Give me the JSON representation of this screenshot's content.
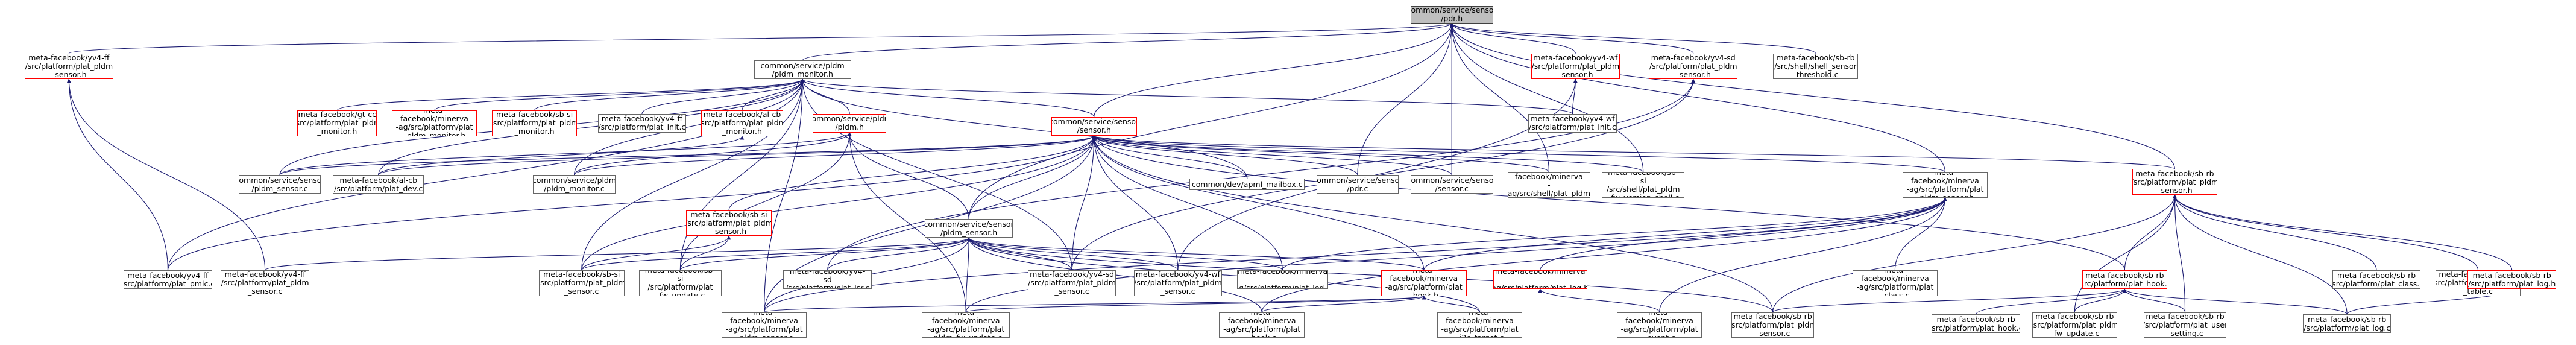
{
  "graph": {
    "edge_color": "#191970",
    "missing_border_color": "#ff0000",
    "root_fill": "#bfbfbf",
    "nodes": [
      {
        "id": "root",
        "label": "common/service/sensor\n/pdr.h",
        "missing": false
      },
      {
        "id": "yv4ff_sensor_h",
        "label": "meta-facebook/yv4-ff\n/src/platform/plat_pldm\n_sensor.h",
        "missing": true
      },
      {
        "id": "pldm_monitor_h",
        "label": "common/service/pldm\n/pldm_monitor.h",
        "missing": false
      },
      {
        "id": "yv4wf_sensor_h",
        "label": "meta-facebook/yv4-wf\n/src/platform/plat_pldm\n_sensor.h",
        "missing": true
      },
      {
        "id": "yv4sd_sensor_h",
        "label": "meta-facebook/yv4-sd\n/src/platform/plat_pldm\n_sensor.h",
        "missing": true
      },
      {
        "id": "sbrb_threshold_c",
        "label": "meta-facebook/sb-rb\n/src/shell/shell_sensor\n_threshold.c",
        "missing": false
      },
      {
        "id": "gtcc_monitor",
        "label": "meta-facebook/gt-cc\n/src/platform/plat_pldm\n_monitor.h",
        "missing": true
      },
      {
        "id": "minerva_monitor",
        "label": "meta-facebook/minerva\n-ag/src/platform/plat\n_pldm_monitor.h",
        "missing": true
      },
      {
        "id": "sbsi_monitor",
        "label": "meta-facebook/sb-si\n/src/platform/plat_pldm\n_monitor.h",
        "missing": true
      },
      {
        "id": "yv4ff_init",
        "label": "meta-facebook/yv4-ff\n/src/platform/plat_init.c",
        "missing": false
      },
      {
        "id": "alcb_monitor",
        "label": "meta-facebook/al-cb\n/src/platform/plat_pldm\n_monitor.h",
        "missing": true
      },
      {
        "id": "pldm_h",
        "label": "common/service/pldm\n/pldm.h",
        "missing": true
      },
      {
        "id": "yv4wf_init",
        "label": "meta-facebook/yv4-wf\n/src/platform/plat_init.c",
        "missing": false
      },
      {
        "id": "sensor_h",
        "label": "common/service/sensor\n/sensor.h",
        "missing": true
      },
      {
        "id": "pldm_sensor_c",
        "label": "common/service/sensor\n/pldm_sensor.c",
        "missing": false
      },
      {
        "id": "alcb_dev",
        "label": "meta-facebook/al-cb\n/src/platform/plat_dev.c",
        "missing": false
      },
      {
        "id": "pldm_monitor_c",
        "label": "common/service/pldm\n/pldm_monitor.c",
        "missing": false
      },
      {
        "id": "ipmi_mailbox",
        "label": "common/dev/apml_mailbox.c",
        "missing": false
      },
      {
        "id": "pdr_c",
        "label": "common/service/sensor\n/pdr.c",
        "missing": false
      },
      {
        "id": "sensor_c",
        "label": "common/service/sensor\n/sensor.c",
        "missing": false
      },
      {
        "id": "minerva_fw_version",
        "label": "meta-facebook/minerva\n-ag/src/shell/plat_pldm\n_fw_version_shell.c",
        "missing": false
      },
      {
        "id": "sbsi_fw_version",
        "label": "meta-facebook/sb-si\n/src/shell/plat_pldm\n_fw_version_shell.c",
        "missing": false
      },
      {
        "id": "minerva_pldm_sensor_h",
        "label": "meta-facebook/minerva\n-ag/src/platform/plat\n_pldm_sensor.h",
        "missing": false
      },
      {
        "id": "sbrb_sensor_h",
        "label": "meta-facebook/sb-rb\n/src/platform/plat_pldm\n_sensor.h",
        "missing": true
      },
      {
        "id": "sbsi_sensor_h",
        "label": "meta-facebook/sb-si\n/src/platform/plat_pldm\n_sensor.h",
        "missing": true
      },
      {
        "id": "pldm_sensor_h",
        "label": "common/service/sensor\n/pldm_sensor.h",
        "missing": false
      },
      {
        "id": "yv4ff_pmic",
        "label": "meta-facebook/yv4-ff\n/src/platform/plat_pmic.c",
        "missing": false
      },
      {
        "id": "yv4ff_sensor_c",
        "label": "meta-facebook/yv4-ff\n/src/platform/plat_pldm\n_sensor.c",
        "missing": false
      },
      {
        "id": "sbsi_sensor_c",
        "label": "meta-facebook/sb-si\n/src/platform/plat_pldm\n_sensor.c",
        "missing": false
      },
      {
        "id": "sbsi_fw_update",
        "label": "meta-facebook/sb-si\n/src/platform/plat\n_fw_update.c",
        "missing": false
      },
      {
        "id": "yv4sd_isr",
        "label": "meta-facebook/yv4-sd\n/src/platform/plat_isr.c",
        "missing": false
      },
      {
        "id": "yv4sd_sensor_c",
        "label": "meta-facebook/yv4-sd\n/src/platform/plat_pldm\n_sensor.c",
        "missing": false
      },
      {
        "id": "yv4wf_sensor_c",
        "label": "meta-facebook/yv4-wf\n/src/platform/plat_pldm\n_sensor.c",
        "missing": false
      },
      {
        "id": "minerva_led",
        "label": "meta-facebook/minerva\n-ag/src/platform/plat_led.c",
        "missing": false
      },
      {
        "id": "minerva_hook_h",
        "label": "meta-facebook/minerva\n-ag/src/platform/plat\n_hook.h",
        "missing": true
      },
      {
        "id": "minerva_log_h",
        "label": "meta-facebook/minerva\n-ag/src/platform/plat_log.h",
        "missing": true
      },
      {
        "id": "minerva_class",
        "label": "meta-facebook/minerva\n-ag/src/platform/plat\n_class.c",
        "missing": false
      },
      {
        "id": "sbrb_hook_h",
        "label": "meta-facebook/sb-rb\n/src/platform/plat_hook.h",
        "missing": true
      },
      {
        "id": "sbrb_class",
        "label": "meta-facebook/sb-rb\n/src/platform/plat_class.c",
        "missing": false
      },
      {
        "id": "sbrb_sensor_table",
        "label": "meta-facebook/sb-rb\n/src/platform/plat_sensor\n_table.c",
        "missing": false
      },
      {
        "id": "sbrb_log_h",
        "label": "meta-facebook/sb-rb\n/src/platform/plat_log.h",
        "missing": true
      },
      {
        "id": "minerva_pldm_sensor_c",
        "label": "meta-facebook/minerva\n-ag/src/platform/plat\n_pldm_sensor.c",
        "missing": false
      },
      {
        "id": "minerva_fw_update",
        "label": "meta-facebook/minerva\n-ag/src/platform/plat\n_pldm_fw_update.c",
        "missing": false
      },
      {
        "id": "minerva_hook_c",
        "label": "meta-facebook/minerva\n-ag/src/platform/plat\n_hook.c",
        "missing": false
      },
      {
        "id": "minerva_i2c",
        "label": "meta-facebook/minerva\n-ag/src/platform/plat\n_i2c_target.c",
        "missing": false
      },
      {
        "id": "minerva_event",
        "label": "meta-facebook/minerva\n-ag/src/platform/plat\n_event.c",
        "missing": false
      },
      {
        "id": "sbrb_pldm_sensor_c",
        "label": "meta-facebook/sb-rb\n/src/platform/plat_pldm\n_sensor.c",
        "missing": false
      },
      {
        "id": "sbrb_hook_c",
        "label": "meta-facebook/sb-rb\n/src/platform/plat_hook.c",
        "missing": false
      },
      {
        "id": "sbrb_fw_update",
        "label": "meta-facebook/sb-rb\n/src/platform/plat_pldm\n_fw_update.c",
        "missing": false
      },
      {
        "id": "sbrb_user_setting",
        "label": "meta-facebook/sb-rb\n/src/platform/plat_user\n_setting.c",
        "missing": false
      },
      {
        "id": "sbrb_log_c",
        "label": "meta-facebook/sb-rb\n/src/platform/plat_log.c",
        "missing": false
      }
    ],
    "edges": [
      [
        "yv4ff_sensor_h",
        "root"
      ],
      [
        "pldm_monitor_h",
        "root"
      ],
      [
        "yv4wf_sensor_h",
        "root"
      ],
      [
        "yv4sd_sensor_h",
        "root"
      ],
      [
        "sbrb_threshold_c",
        "root"
      ],
      [
        "pdr_c",
        "root"
      ],
      [
        "sensor_c",
        "root"
      ],
      [
        "minerva_fw_version",
        "root"
      ],
      [
        "sbsi_fw_version",
        "root"
      ],
      [
        "minerva_pldm_sensor_h",
        "root"
      ],
      [
        "sbrb_sensor_h",
        "root"
      ],
      [
        "sensor_h",
        "root"
      ],
      [
        "pldm_sensor_h",
        "root"
      ],
      [
        "yv4ff_pmic",
        "yv4ff_sensor_h"
      ],
      [
        "yv4ff_sensor_c",
        "yv4ff_sensor_h"
      ],
      [
        "gtcc_monitor",
        "pldm_monitor_h"
      ],
      [
        "minerva_monitor",
        "pldm_monitor_h"
      ],
      [
        "sbsi_monitor",
        "pldm_monitor_h"
      ],
      [
        "yv4ff_init",
        "pldm_monitor_h"
      ],
      [
        "alcb_monitor",
        "pldm_monitor_h"
      ],
      [
        "pldm_h",
        "pldm_monitor_h"
      ],
      [
        "yv4wf_init",
        "pldm_monitor_h"
      ],
      [
        "sensor_h",
        "pldm_monitor_h"
      ],
      [
        "pldm_sensor_c",
        "pldm_monitor_h"
      ],
      [
        "alcb_dev",
        "pldm_monitor_h"
      ],
      [
        "pldm_monitor_c",
        "pldm_monitor_h"
      ],
      [
        "ipmi_mailbox",
        "pldm_monitor_h"
      ],
      [
        "yv4ff_pmic",
        "pldm_monitor_h"
      ],
      [
        "sbsi_sensor_c",
        "pldm_monitor_h"
      ],
      [
        "minerva_pldm_sensor_c",
        "pldm_monitor_h"
      ],
      [
        "sbsi_fw_update",
        "pldm_monitor_h"
      ],
      [
        "yv4sd_sensor_c",
        "pldm_monitor_h"
      ],
      [
        "yv4wf_init",
        "yv4wf_sensor_h"
      ],
      [
        "yv4wf_sensor_c",
        "yv4wf_sensor_h"
      ],
      [
        "yv4sd_isr",
        "yv4sd_sensor_h"
      ],
      [
        "yv4sd_sensor_c",
        "yv4sd_sensor_h"
      ],
      [
        "alcb_dev",
        "alcb_monitor"
      ],
      [
        "pldm_monitor_c",
        "pldm_h"
      ],
      [
        "pldm_sensor_c",
        "pldm_h"
      ],
      [
        "sbsi_fw_update",
        "pldm_h"
      ],
      [
        "minerva_fw_update",
        "pldm_h"
      ],
      [
        "pldm_sensor_h",
        "pldm_h"
      ],
      [
        "pldm_sensor_c",
        "sensor_h"
      ],
      [
        "alcb_dev",
        "sensor_h"
      ],
      [
        "pldm_monitor_c",
        "sensor_h"
      ],
      [
        "ipmi_mailbox",
        "sensor_h"
      ],
      [
        "pdr_c",
        "sensor_h"
      ],
      [
        "sensor_c",
        "sensor_h"
      ],
      [
        "minerva_fw_version",
        "sensor_h"
      ],
      [
        "sbsi_fw_version",
        "sensor_h"
      ],
      [
        "minerva_pldm_sensor_h",
        "sensor_h"
      ],
      [
        "sbrb_sensor_h",
        "sensor_h"
      ],
      [
        "sbsi_sensor_h",
        "sensor_h"
      ],
      [
        "pldm_sensor_h",
        "sensor_h"
      ],
      [
        "yv4ff_pmic",
        "sensor_h"
      ],
      [
        "sbsi_sensor_c",
        "sensor_h"
      ],
      [
        "yv4sd_sensor_c",
        "sensor_h"
      ],
      [
        "yv4wf_sensor_c",
        "sensor_h"
      ],
      [
        "minerva_led",
        "sensor_h"
      ],
      [
        "minerva_hook_h",
        "sensor_h"
      ],
      [
        "minerva_pldm_sensor_c",
        "sensor_h"
      ],
      [
        "sbrb_pldm_sensor_c",
        "sensor_h"
      ],
      [
        "sbrb_hook_h",
        "sensor_h"
      ],
      [
        "sbsi_sensor_c",
        "sbsi_sensor_h"
      ],
      [
        "sbsi_fw_update",
        "sbsi_sensor_h"
      ],
      [
        "yv4ff_sensor_c",
        "pldm_sensor_h"
      ],
      [
        "sbsi_sensor_c",
        "pldm_sensor_h"
      ],
      [
        "sbsi_fw_update",
        "pldm_sensor_h"
      ],
      [
        "yv4sd_isr",
        "pldm_sensor_h"
      ],
      [
        "yv4sd_sensor_c",
        "pldm_sensor_h"
      ],
      [
        "yv4wf_sensor_c",
        "pldm_sensor_h"
      ],
      [
        "minerva_led",
        "pldm_sensor_h"
      ],
      [
        "minerva_hook_h",
        "pldm_sensor_h"
      ],
      [
        "minerva_pldm_sensor_c",
        "pldm_sensor_h"
      ],
      [
        "minerva_fw_update",
        "pldm_sensor_h"
      ],
      [
        "minerva_hook_c",
        "pldm_sensor_h"
      ],
      [
        "minerva_i2c",
        "pldm_sensor_h"
      ],
      [
        "sbrb_pldm_sensor_c",
        "pldm_sensor_h"
      ],
      [
        "minerva_led",
        "minerva_pldm_sensor_h"
      ],
      [
        "minerva_hook_h",
        "minerva_pldm_sensor_h"
      ],
      [
        "minerva_log_h",
        "minerva_pldm_sensor_h"
      ],
      [
        "minerva_class",
        "minerva_pldm_sensor_h"
      ],
      [
        "minerva_pldm_sensor_c",
        "minerva_pldm_sensor_h"
      ],
      [
        "minerva_fw_update",
        "minerva_pldm_sensor_h"
      ],
      [
        "minerva_hook_c",
        "minerva_pldm_sensor_h"
      ],
      [
        "minerva_event",
        "minerva_pldm_sensor_h"
      ],
      [
        "minerva_pldm_sensor_c",
        "minerva_hook_h"
      ],
      [
        "minerva_fw_update",
        "minerva_hook_h"
      ],
      [
        "minerva_hook_c",
        "minerva_hook_h"
      ],
      [
        "minerva_i2c",
        "minerva_hook_h"
      ],
      [
        "minerva_event",
        "minerva_log_h"
      ],
      [
        "sbrb_class",
        "sbrb_sensor_h"
      ],
      [
        "sbrb_sensor_table",
        "sbrb_sensor_h"
      ],
      [
        "sbrb_log_h",
        "sbrb_sensor_h"
      ],
      [
        "sbrb_hook_h",
        "sbrb_sensor_h"
      ],
      [
        "sbrb_pldm_sensor_c",
        "sbrb_sensor_h"
      ],
      [
        "sbrb_fw_update",
        "sbrb_sensor_h"
      ],
      [
        "sbrb_user_setting",
        "sbrb_sensor_h"
      ],
      [
        "sbrb_log_c",
        "sbrb_sensor_h"
      ],
      [
        "sbrb_pldm_sensor_c",
        "sbrb_hook_h"
      ],
      [
        "sbrb_hook_c",
        "sbrb_hook_h"
      ],
      [
        "sbrb_fw_update",
        "sbrb_hook_h"
      ],
      [
        "sbrb_user_setting",
        "sbrb_hook_h"
      ],
      [
        "sbrb_log_c",
        "sbrb_hook_h"
      ],
      [
        "sbrb_log_c",
        "sbrb_log_h"
      ]
    ]
  }
}
